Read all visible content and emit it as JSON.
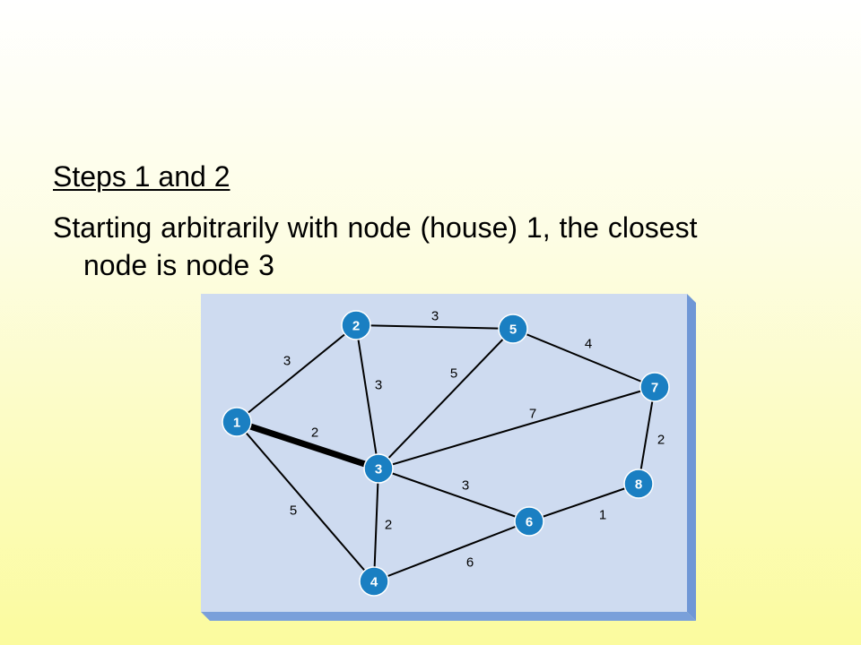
{
  "slide": {
    "title": "Steps 1 and 2",
    "body": "Starting arbitrarily with node (house) 1, the closest node is node 3"
  },
  "colors": {
    "panel_fill": "#cedbf0",
    "panel_edge": "#6f97d6",
    "node_fill": "#1a7fc2",
    "edge_color": "#000000"
  },
  "graph": {
    "nodes": [
      {
        "id": "1",
        "label": "1"
      },
      {
        "id": "2",
        "label": "2"
      },
      {
        "id": "3",
        "label": "3"
      },
      {
        "id": "4",
        "label": "4"
      },
      {
        "id": "5",
        "label": "5"
      },
      {
        "id": "6",
        "label": "6"
      },
      {
        "id": "7",
        "label": "7"
      },
      {
        "id": "8",
        "label": "8"
      }
    ],
    "edges": [
      {
        "from": "1",
        "to": "2",
        "weight": "3",
        "selected": false
      },
      {
        "from": "1",
        "to": "3",
        "weight": "2",
        "selected": true
      },
      {
        "from": "1",
        "to": "4",
        "weight": "5",
        "selected": false
      },
      {
        "from": "2",
        "to": "3",
        "weight": "3",
        "selected": false
      },
      {
        "from": "2",
        "to": "5",
        "weight": "3",
        "selected": false
      },
      {
        "from": "3",
        "to": "5",
        "weight": "5",
        "selected": false
      },
      {
        "from": "3",
        "to": "7",
        "weight": "7",
        "selected": false
      },
      {
        "from": "3",
        "to": "6",
        "weight": "3",
        "selected": false
      },
      {
        "from": "3",
        "to": "4",
        "weight": "2",
        "selected": false
      },
      {
        "from": "5",
        "to": "7",
        "weight": "4",
        "selected": false
      },
      {
        "from": "7",
        "to": "8",
        "weight": "2",
        "selected": false
      },
      {
        "from": "8",
        "to": "6",
        "weight": "1",
        "selected": false
      },
      {
        "from": "4",
        "to": "6",
        "weight": "6",
        "selected": false
      }
    ]
  }
}
